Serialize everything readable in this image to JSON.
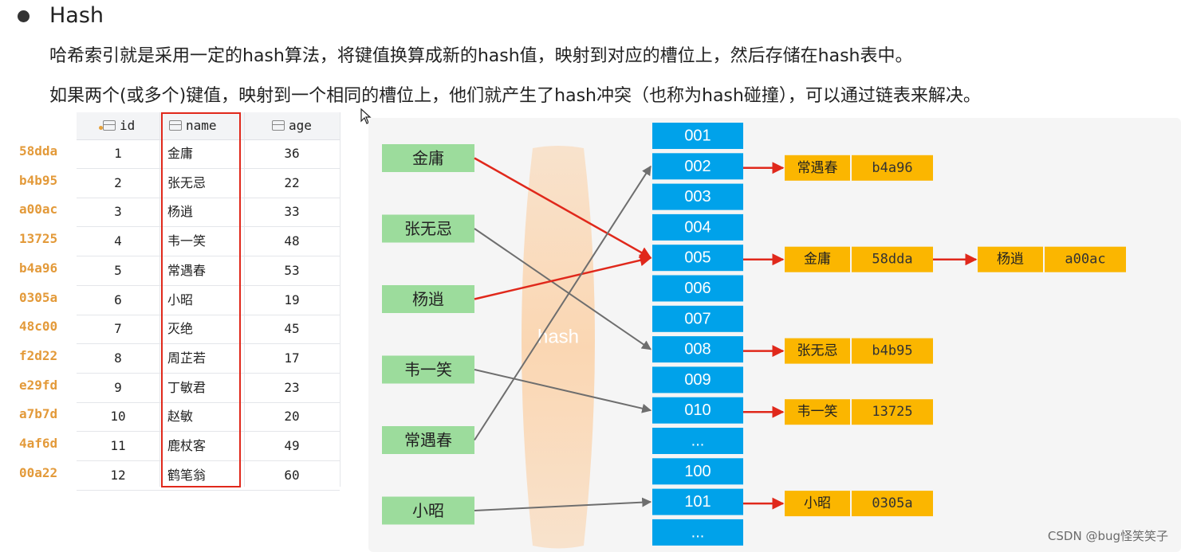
{
  "heading": "Hash",
  "paragraphs": [
    "哈希索引就是采用一定的hash算法，将键值换算成新的hash值，映射到对应的槽位上，然后存储在hash表中。",
    "如果两个(或多个)键值，映射到一个相同的槽位上，他们就产生了hash冲突（也称为hash碰撞），可以通过链表来解决。"
  ],
  "table": {
    "columns": [
      "id",
      "name",
      "age"
    ],
    "rows": [
      {
        "hash": "58dda",
        "id": "1",
        "name": "金庸",
        "age": "36"
      },
      {
        "hash": "b4b95",
        "id": "2",
        "name": "张无忌",
        "age": "22"
      },
      {
        "hash": "a00ac",
        "id": "3",
        "name": "杨逍",
        "age": "33"
      },
      {
        "hash": "13725",
        "id": "4",
        "name": "韦一笑",
        "age": "48"
      },
      {
        "hash": "b4a96",
        "id": "5",
        "name": "常遇春",
        "age": "53"
      },
      {
        "hash": "0305a",
        "id": "6",
        "name": "小昭",
        "age": "19"
      },
      {
        "hash": "48c00",
        "id": "7",
        "name": "灭绝",
        "age": "45"
      },
      {
        "hash": "f2d22",
        "id": "8",
        "name": "周芷若",
        "age": "17"
      },
      {
        "hash": "e29fd",
        "id": "9",
        "name": "丁敏君",
        "age": "23"
      },
      {
        "hash": "a7b7d",
        "id": "10",
        "name": "赵敏",
        "age": "20"
      },
      {
        "hash": "4af6d",
        "id": "11",
        "name": "鹿杖客",
        "age": "49"
      },
      {
        "hash": "00a22",
        "id": "12",
        "name": "鹤笔翁",
        "age": "60"
      }
    ]
  },
  "diagram": {
    "hash_label": "hash",
    "keys": [
      "金庸",
      "张无忌",
      "杨逍",
      "韦一笑",
      "常遇春",
      "小昭"
    ],
    "slots": [
      "001",
      "002",
      "003",
      "004",
      "005",
      "006",
      "007",
      "008",
      "009",
      "010",
      "...",
      "100",
      "101",
      "..."
    ],
    "mappings": [
      {
        "key": "金庸",
        "slot": "005",
        "color": "red"
      },
      {
        "key": "张无忌",
        "slot": "008",
        "color": "gray"
      },
      {
        "key": "杨逍",
        "slot": "005",
        "color": "red"
      },
      {
        "key": "韦一笑",
        "slot": "010",
        "color": "gray"
      },
      {
        "key": "常遇春",
        "slot": "002",
        "color": "gray"
      },
      {
        "key": "小昭",
        "slot": "101",
        "color": "gray"
      }
    ],
    "entries": [
      {
        "slot": "002",
        "chain": [
          {
            "name": "常遇春",
            "hash": "b4a96"
          }
        ]
      },
      {
        "slot": "005",
        "chain": [
          {
            "name": "金庸",
            "hash": "58dda"
          },
          {
            "name": "杨逍",
            "hash": "a00ac"
          }
        ]
      },
      {
        "slot": "008",
        "chain": [
          {
            "name": "张无忌",
            "hash": "b4b95"
          }
        ]
      },
      {
        "slot": "010",
        "chain": [
          {
            "name": "韦一笑",
            "hash": "13725"
          }
        ]
      },
      {
        "slot": "101",
        "chain": [
          {
            "name": "小昭",
            "hash": "0305a"
          }
        ]
      }
    ]
  },
  "colors": {
    "key_box": "#9cdc9c",
    "slot_box": "#00a2ea",
    "entry_box": "#fbb600",
    "red_arrow": "#e0281b",
    "gray_arrow": "#6e6e6e",
    "hash_band": "#fbd3ab",
    "hashcode_text": "#e39a3a"
  },
  "watermark": "CSDN @bug怪笑笑子"
}
